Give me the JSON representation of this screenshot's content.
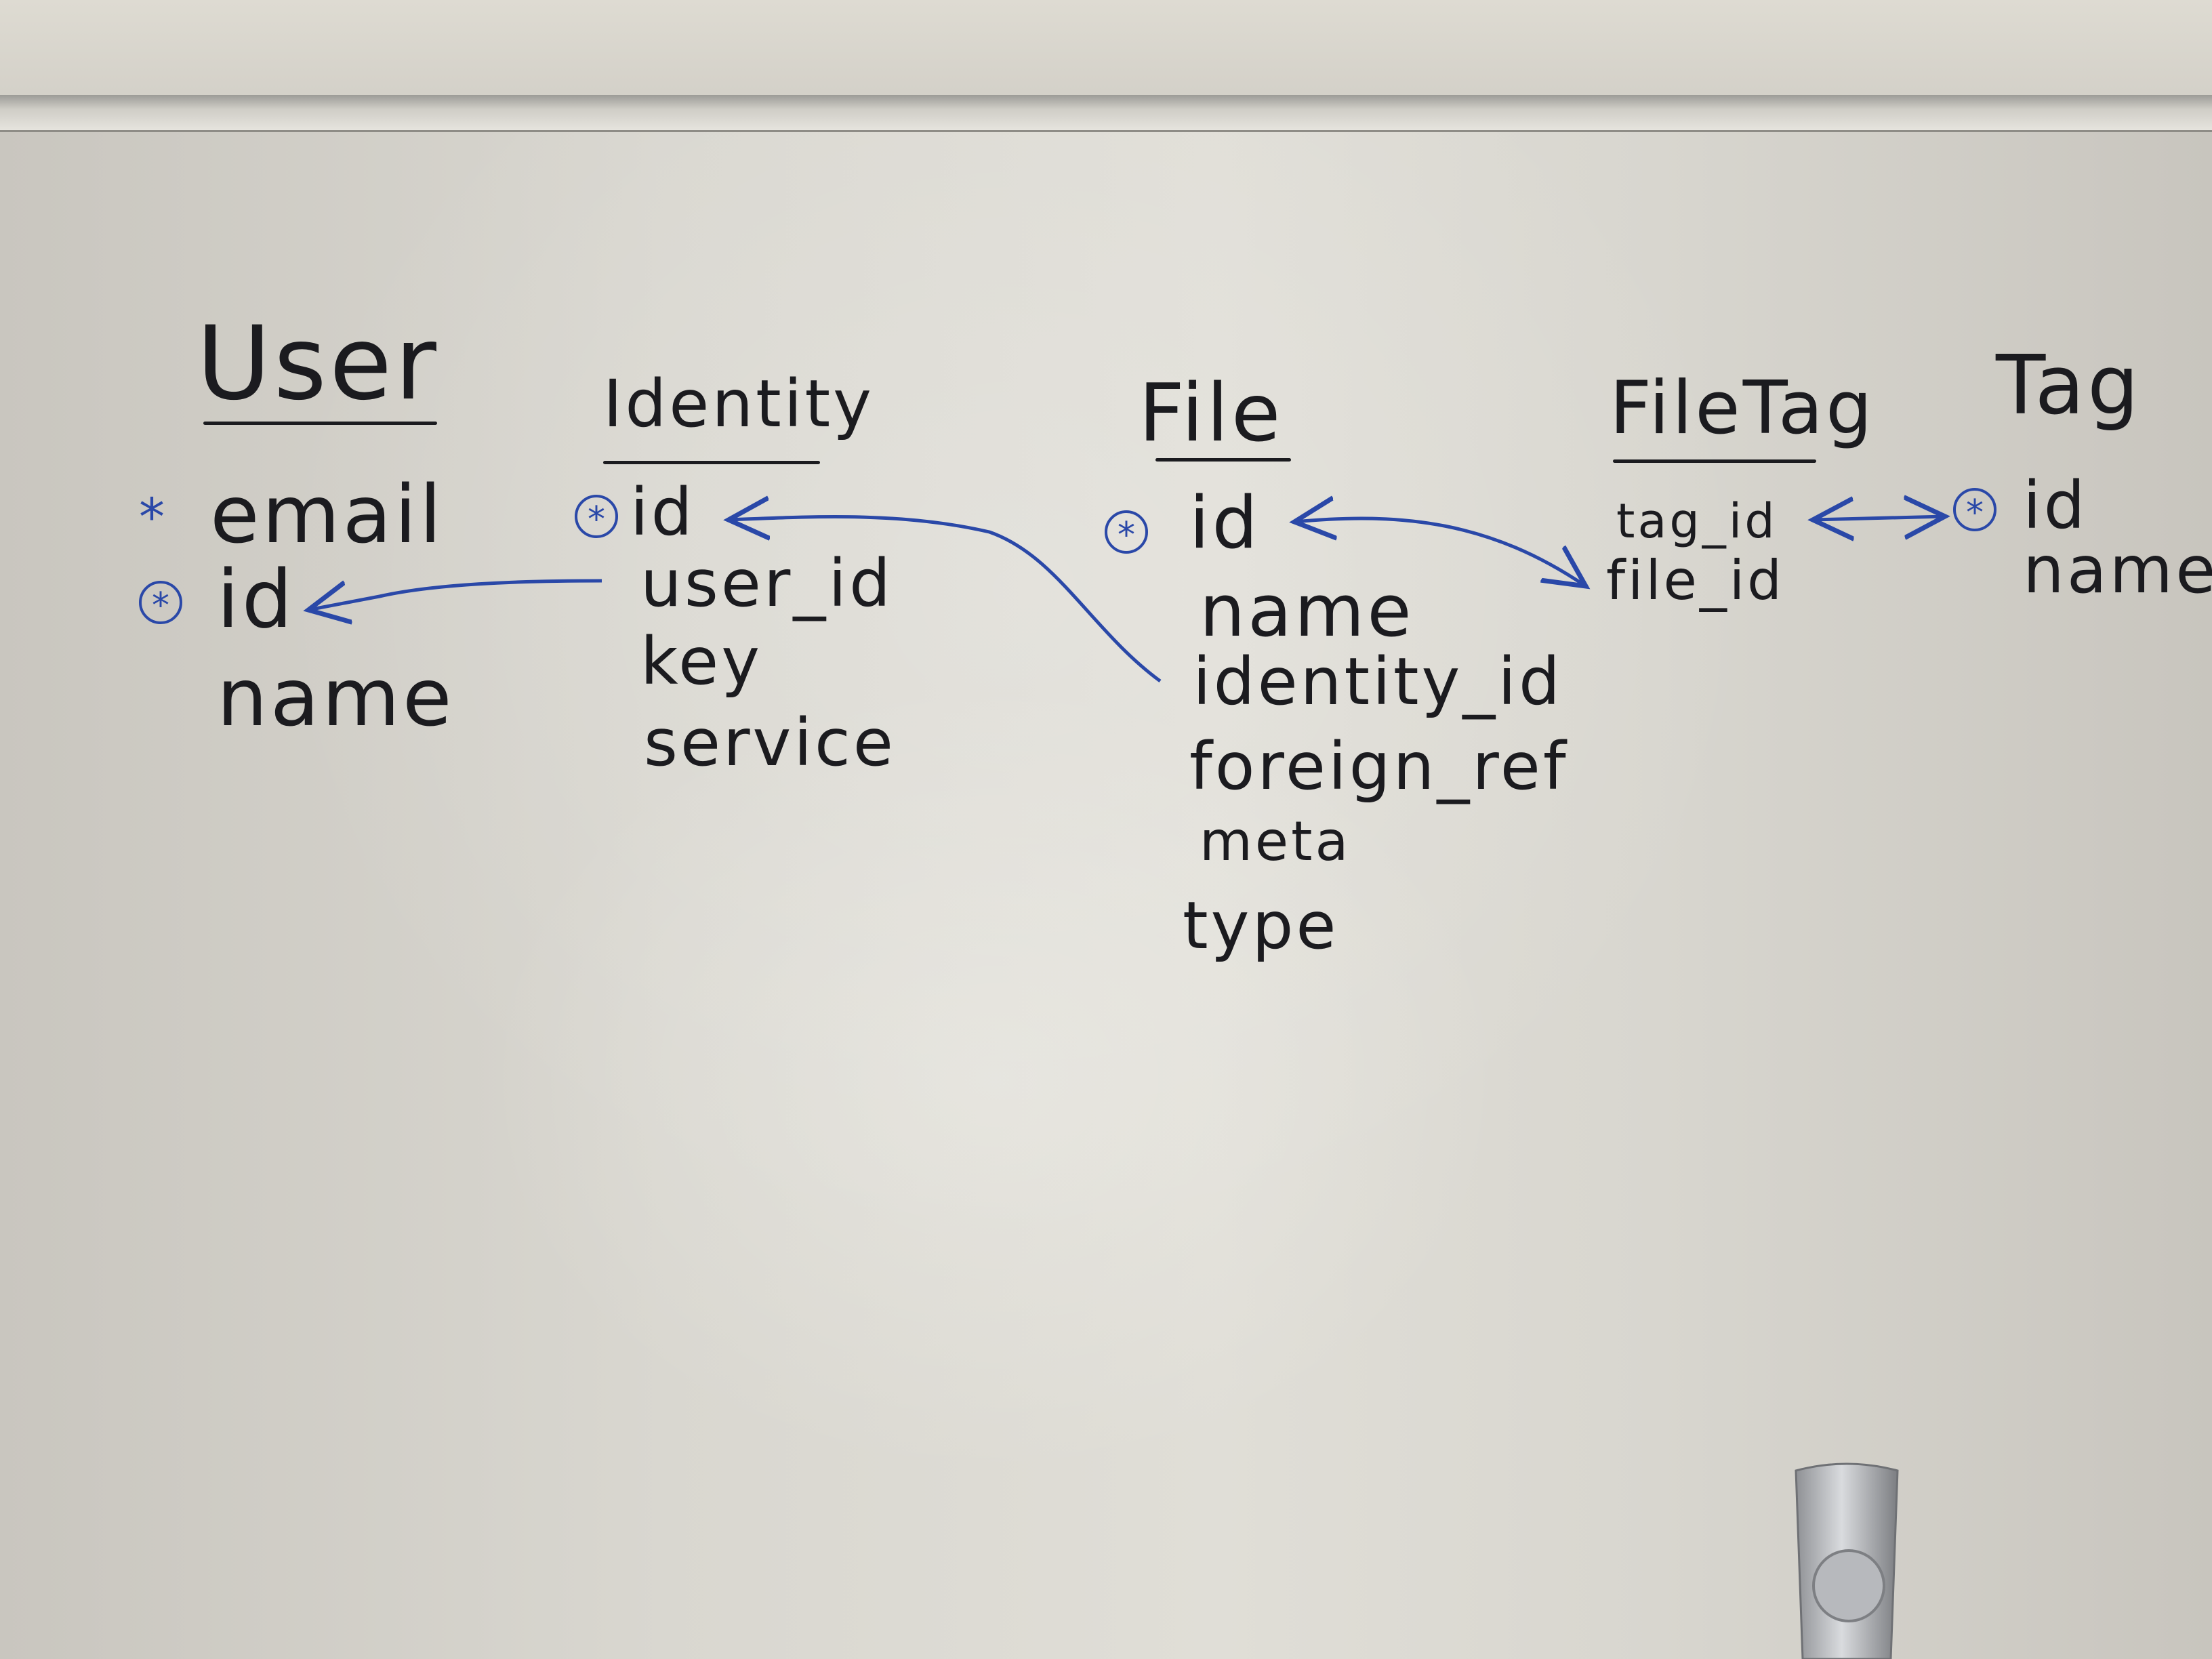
{
  "diagram": {
    "entities": [
      {
        "name": "User",
        "fields": [
          "email",
          "id",
          "name"
        ]
      },
      {
        "name": "Identity",
        "fields": [
          "id",
          "user_id",
          "key",
          "service"
        ]
      },
      {
        "name": "File",
        "fields": [
          "id",
          "name",
          "identity_id",
          "foreign_ref",
          "meta",
          "type"
        ]
      },
      {
        "name": "FileTag",
        "fields": [
          "tag_id",
          "file_id"
        ]
      },
      {
        "name": "Tag",
        "fields": [
          "id",
          "name"
        ]
      }
    ],
    "marks": {
      "key_symbol": "*",
      "required_symbol": "*"
    },
    "relationships": [
      {
        "from": "Identity.user_id",
        "to": "User.id",
        "arrow": "to"
      },
      {
        "from": "File.identity_id",
        "to": "Identity.id",
        "arrow": "to"
      },
      {
        "from": "File.id",
        "to": "FileTag.file_id",
        "arrow": "both"
      },
      {
        "from": "FileTag.tag_id",
        "to": "Tag.id",
        "arrow": "both"
      }
    ],
    "colors": {
      "ink_black": "#1b1b1f",
      "ink_blue": "#2a48a8"
    }
  }
}
